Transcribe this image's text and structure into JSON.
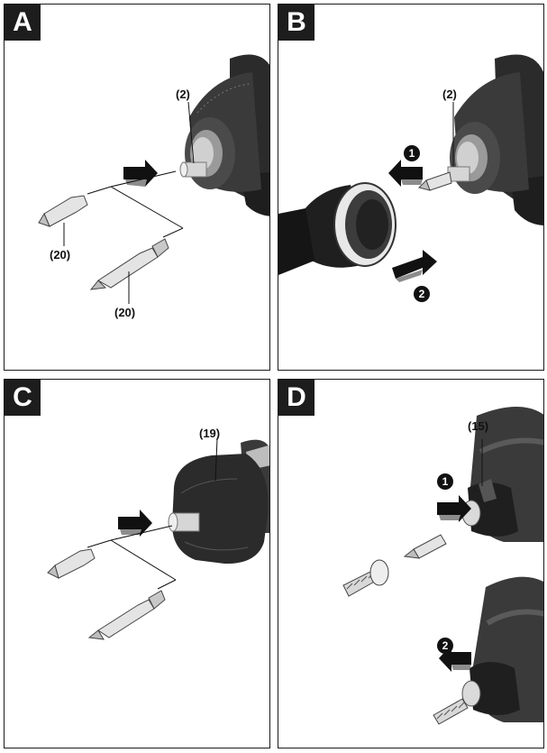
{
  "panels": {
    "a": {
      "tag": "A",
      "callouts": [
        "(2)",
        "(20)",
        "(20)"
      ]
    },
    "b": {
      "tag": "B",
      "callouts": [
        "(2)"
      ],
      "steps": [
        "1",
        "2"
      ]
    },
    "c": {
      "tag": "C",
      "callouts": [
        "(19)"
      ]
    },
    "d": {
      "tag": "D",
      "callouts": [
        "(15)"
      ],
      "steps": [
        "1",
        "2"
      ]
    }
  },
  "colors": {
    "tool_body": "#2b2b2b",
    "tool_shade": "#4a4a4a",
    "metal": "#d6d6d6",
    "arrow_fill": "#111111",
    "arrow_shade": "#8c8c8c"
  }
}
